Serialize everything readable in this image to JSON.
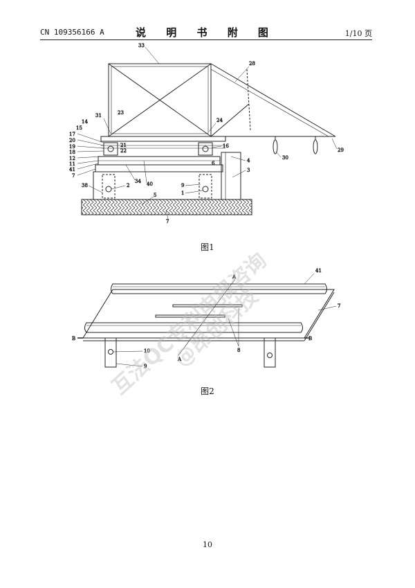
{
  "header": {
    "pub_number": "CN 109356166 A",
    "title": "说 明 书 附 图",
    "page_of": "1/10 页"
  },
  "figure1": {
    "caption": "图1",
    "labels": [
      "33",
      "28",
      "31",
      "23",
      "24",
      "14",
      "15",
      "17",
      "20",
      "19",
      "18",
      "12",
      "11",
      "41",
      "7",
      "38",
      "2",
      "34",
      "40",
      "9",
      "1",
      "5",
      "7",
      "16",
      "4",
      "3",
      "6",
      "30",
      "29",
      "21",
      "22"
    ]
  },
  "figure2": {
    "caption": "图2",
    "labels": [
      "41",
      "7",
      "A",
      "A",
      "B",
      "B",
      "8",
      "10",
      "9"
    ]
  },
  "watermark": {
    "line1": "互法QC专利申报咨询",
    "line2": "@昂创科技"
  },
  "page_number": "10"
}
